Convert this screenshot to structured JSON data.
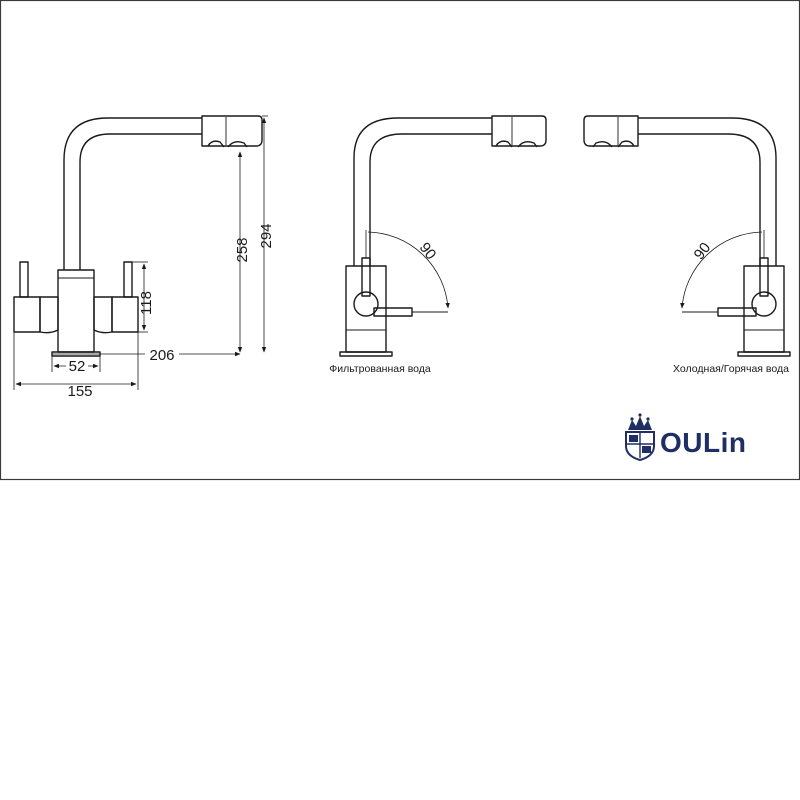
{
  "dimensions": {
    "width_spout": "155",
    "base_diameter": "52",
    "reach": "206",
    "body_height": "118",
    "spout_height": "258",
    "total_height": "294",
    "rotation_left": "90",
    "rotation_right": "90"
  },
  "captions": {
    "filtered_water": "Фильтрованная вода",
    "cold_hot_water": "Холодная/Горячая вода"
  },
  "brand": {
    "name": "OULin",
    "color": "#1f2f66",
    "emblem": "crown-shield-icon"
  }
}
